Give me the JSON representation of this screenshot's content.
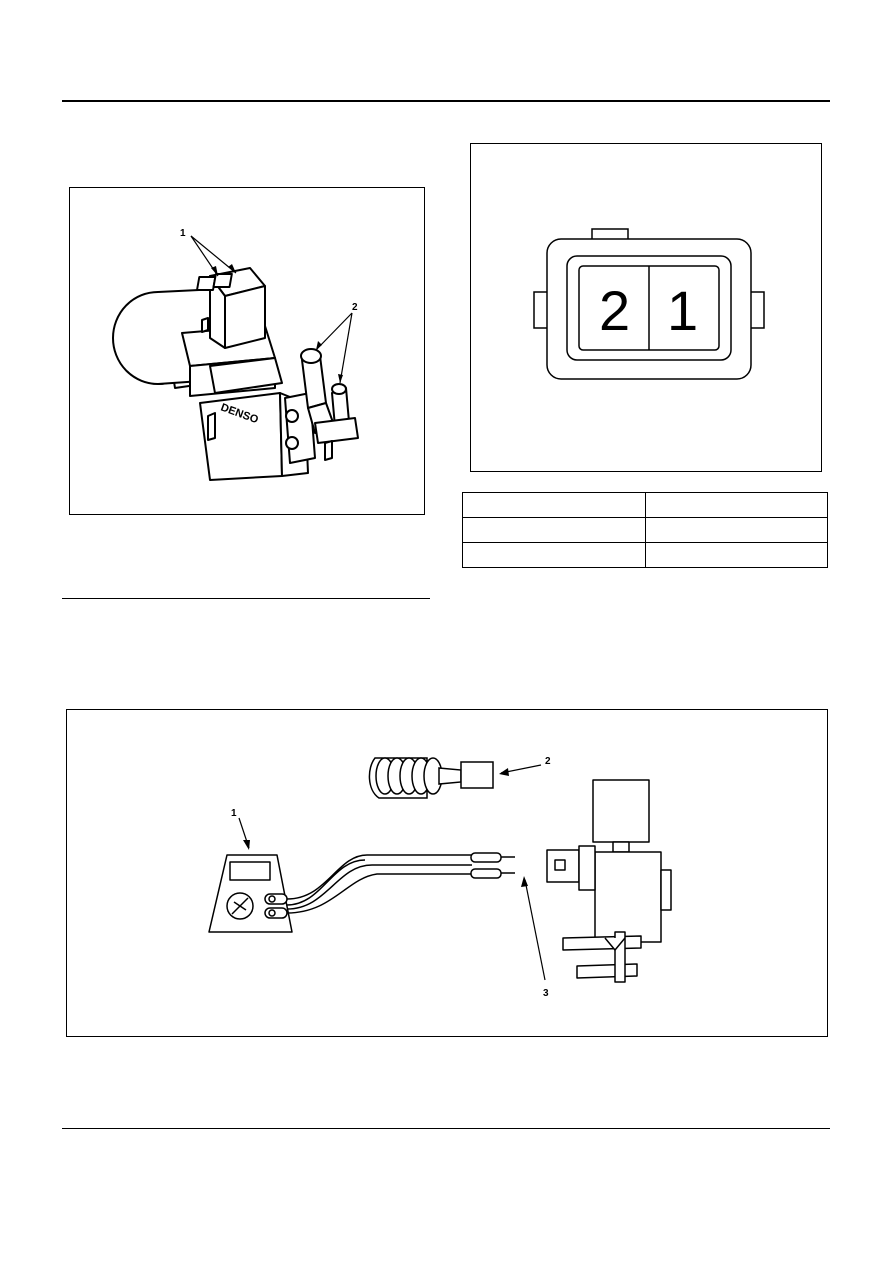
{
  "figure_valve": {
    "brand_label": "DENSO",
    "callouts": [
      "1",
      "2"
    ]
  },
  "figure_connector": {
    "pins": [
      "2",
      "1"
    ]
  },
  "pin_table": {
    "rows": [
      [
        "",
        ""
      ],
      [
        "",
        ""
      ],
      [
        "",
        ""
      ]
    ]
  },
  "figure_test": {
    "callouts": [
      "1",
      "2",
      "3"
    ]
  }
}
